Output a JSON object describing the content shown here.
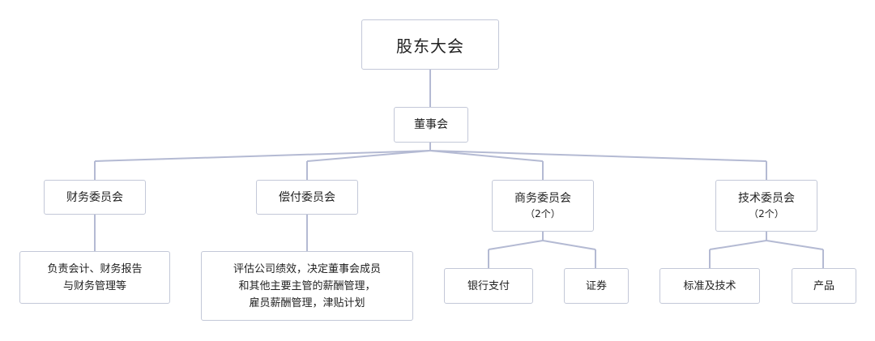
{
  "root": "股东大会",
  "board": "董事会",
  "committees": [
    {
      "name": "财务委员会",
      "note": "",
      "children": [
        {
          "lines": [
            "负责会计、财务报告",
            "与财务管理等"
          ]
        }
      ]
    },
    {
      "name": "偿付委员会",
      "note": "",
      "children": [
        {
          "lines": [
            "评估公司绩效，决定董事会成员",
            "和其他主要主管的薪酬管理，",
            "雇员薪酬管理，津贴计划"
          ]
        }
      ]
    },
    {
      "name": "商务委员会",
      "note": "（2个）",
      "children": [
        {
          "lines": [
            "银行支付"
          ]
        },
        {
          "lines": [
            "证券"
          ]
        }
      ]
    },
    {
      "name": "技术委员会",
      "note": "（2个）",
      "children": [
        {
          "lines": [
            "标准及技术"
          ]
        },
        {
          "lines": [
            "产品"
          ]
        }
      ]
    }
  ],
  "colors": {
    "connector": "#b4bad3",
    "border": "#c3c8d8",
    "text": "#222222"
  }
}
